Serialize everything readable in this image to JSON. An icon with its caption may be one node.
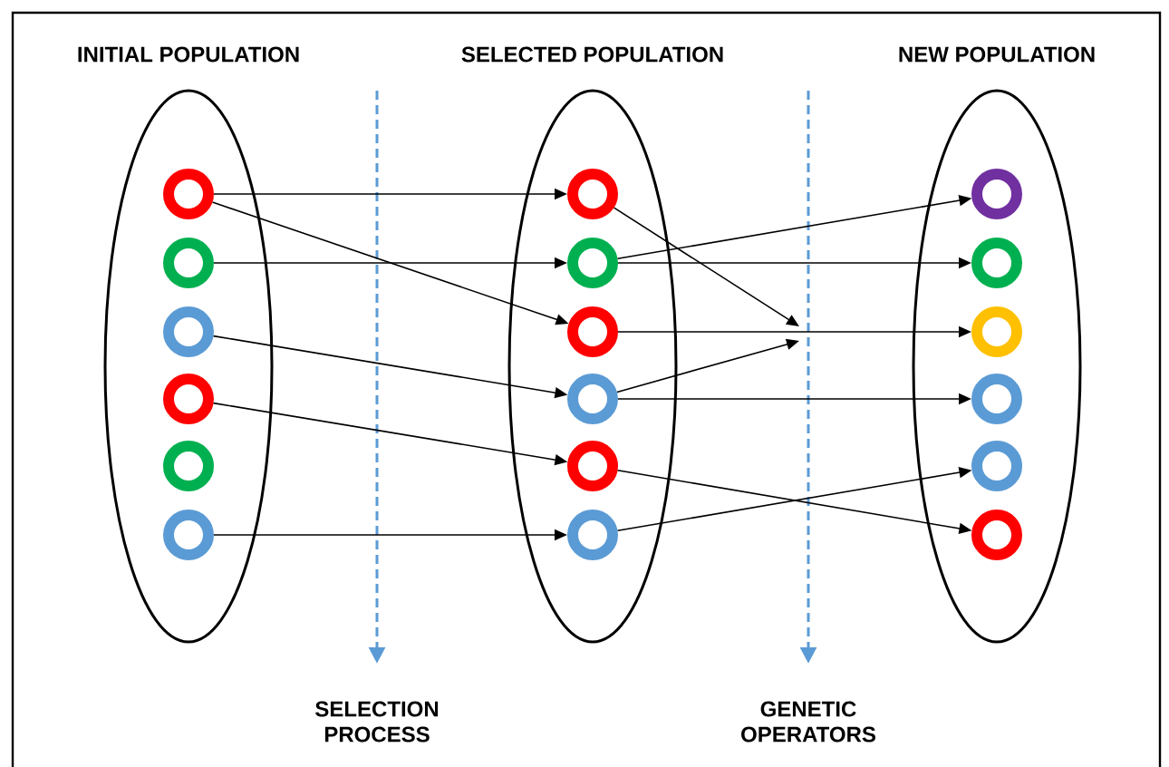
{
  "diagram": {
    "nodes": [
      {
        "text": [
          "INITIAL POPULATION"
        ]
      },
      {
        "text": [],
        "shape": "circle",
        "in": 0
      },
      {
        "text": [],
        "shape": "circle",
        "in": 0
      },
      {
        "text": [],
        "shape": "circle",
        "in": 0
      },
      {
        "text": [],
        "shape": "circle",
        "in": 0
      },
      {
        "text": [],
        "shape": "circle",
        "in": 0
      },
      {
        "text": [],
        "shape": "circle",
        "in": 0
      },
      {
        "text": [
          "SELECTED POPULATION"
        ]
      },
      {
        "text": [],
        "shape": "circle",
        "in": 7
      },
      {
        "text": [],
        "shape": "circle",
        "in": 7
      },
      {
        "text": [],
        "shape": "circle",
        "in": 7
      },
      {
        "text": [],
        "shape": "circle",
        "in": 7
      },
      {
        "text": [],
        "shape": "circle",
        "in": 7
      },
      {
        "text": [],
        "shape": "circle",
        "in": 7
      },
      {
        "text": [
          "NEW POPULATION"
        ]
      },
      {
        "text": [],
        "shape": "circle",
        "in": 14
      },
      {
        "text": [],
        "shape": "circle",
        "in": 14
      },
      {
        "text": [],
        "shape": "circle",
        "in": 14
      },
      {
        "text": [],
        "shape": "circle",
        "in": 14
      },
      {
        "text": [],
        "shape": "circle",
        "in": 14
      },
      {
        "text": [],
        "shape": "circle",
        "in": 14
      }
    ],
    "edges": [
      {
        "from": 1,
        "to": 8,
        "arrow": "to"
      },
      {
        "from": 1,
        "to": 10,
        "arrow": "to"
      },
      {
        "from": 2,
        "to": 9,
        "arrow": "to"
      },
      {
        "from": 3,
        "to": 11,
        "arrow": "to"
      },
      {
        "from": 4,
        "to": 12,
        "arrow": "to"
      },
      {
        "from": 6,
        "to": 13,
        "arrow": "to"
      },
      {
        "from": 8,
        "to": null,
        "arrow": "to"
      },
      {
        "from": 11,
        "to": null,
        "arrow": "to"
      },
      {
        "from": 9,
        "to": 15,
        "arrow": "to"
      },
      {
        "from": 9,
        "to": 16,
        "arrow": "to"
      },
      {
        "from": 10,
        "to": 17,
        "arrow": "to"
      },
      {
        "from": 11,
        "to": 18,
        "arrow": "to"
      },
      {
        "from": 12,
        "to": 20,
        "arrow": "to"
      },
      {
        "from": 13,
        "to": 19,
        "arrow": "to"
      }
    ],
    "labels": [
      "SELECTION PROCESS",
      "GENETIC OPERATORS"
    ]
  }
}
